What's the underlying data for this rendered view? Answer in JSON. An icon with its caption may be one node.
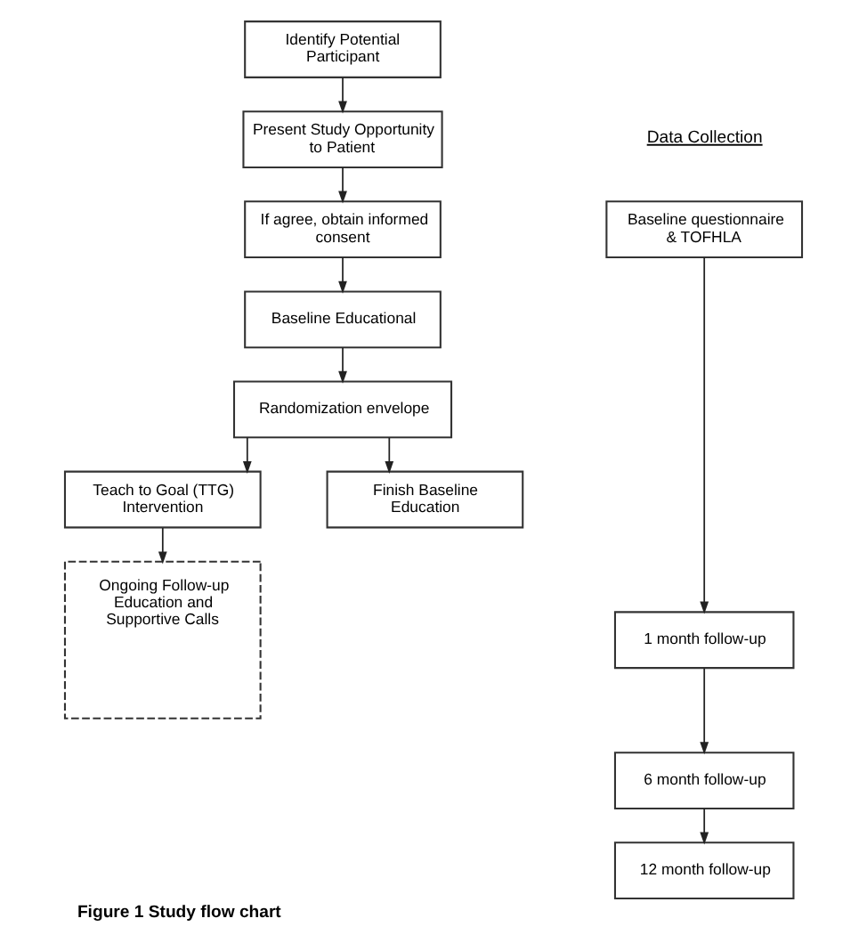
{
  "diagram": {
    "caption": "Figure 1 Study flow chart",
    "nodes": [
      {
        "text": [
          "Identify Potential Participant"
        ]
      },
      {
        "text": [
          "Present Study Opportunity to Patient"
        ]
      },
      {
        "text": [
          "If agree, obtain informed consent"
        ]
      },
      {
        "text": [
          "Baseline Educational"
        ]
      },
      {
        "text": [
          "Randomization envelope"
        ]
      },
      {
        "text": [
          "Teach to Goal (TTG) Intervention"
        ]
      },
      {
        "text": [
          "Finish Baseline Education"
        ]
      },
      {
        "text": [
          "Ongoing Follow-up Education and Supportive Calls"
        ]
      },
      {
        "text": [
          "Baseline questionnaire & TOFHLA"
        ]
      },
      {
        "text": [
          "1 month follow-up"
        ]
      },
      {
        "text": [
          "6 month follow-up"
        ]
      },
      {
        "text": [
          "12 month follow-up"
        ]
      }
    ],
    "edges": [
      {
        "from": 0,
        "to": 1,
        "arrow": "to"
      },
      {
        "from": 1,
        "to": 2,
        "arrow": "to"
      },
      {
        "from": 2,
        "to": 3,
        "arrow": "to"
      },
      {
        "from": 3,
        "to": 4,
        "arrow": "to"
      },
      {
        "from": 4,
        "to": 5,
        "arrow": "to"
      },
      {
        "from": 4,
        "to": 6,
        "arrow": "to"
      },
      {
        "from": 5,
        "to": 7,
        "arrow": "to"
      },
      {
        "from": 8,
        "to": 9,
        "arrow": "to"
      },
      {
        "from": 9,
        "to": 10,
        "arrow": "to"
      },
      {
        "from": 10,
        "to": 11,
        "arrow": "to"
      }
    ],
    "labels": [
      "Data Collection"
    ]
  }
}
